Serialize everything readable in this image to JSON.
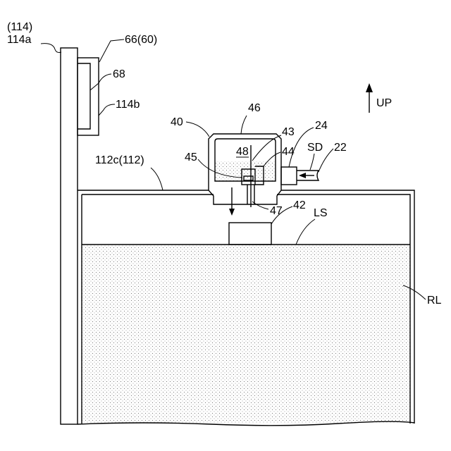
{
  "labels": {
    "ref_114": "(114)",
    "ref_114a": "114a",
    "ref_66_60": "66(60)",
    "ref_68": "68",
    "ref_114b": "114b",
    "ref_46": "46",
    "ref_40": "40",
    "ref_43": "43",
    "ref_24": "24",
    "ref_48": "48",
    "ref_44": "44",
    "ref_sd": "SD",
    "ref_22": "22",
    "ref_112c_112": "112c(112)",
    "ref_45": "45",
    "ref_up": "UP",
    "ref_42": "42",
    "ref_47": "47",
    "ref_ls": "LS",
    "ref_rl": "RL"
  },
  "colors": {
    "line": "#000000",
    "background": "#ffffff",
    "liquid_dots": "#555555"
  }
}
